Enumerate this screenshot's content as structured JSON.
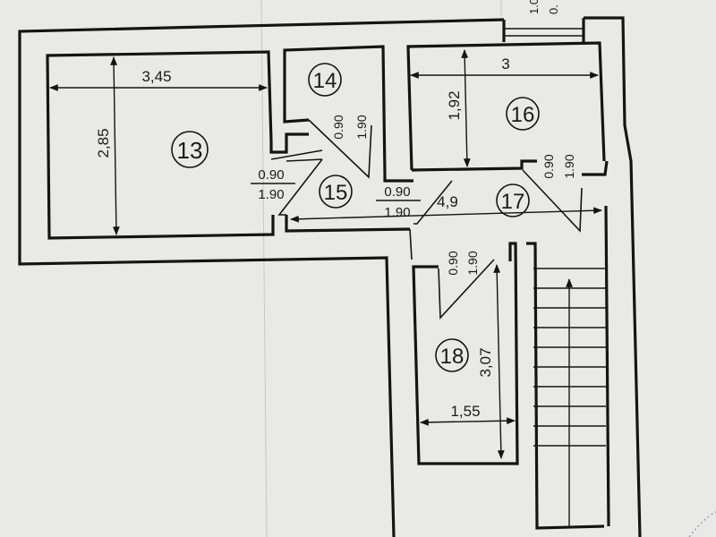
{
  "rooms": {
    "r13": "13",
    "r14": "14",
    "r15": "15",
    "r16": "16",
    "r17": "17",
    "r18": "18"
  },
  "dimensions": {
    "room13_width": "3,45",
    "room13_height": "2,85",
    "room16_width": "3",
    "room16_height": "1,92",
    "corridor17_length": "4,9",
    "room18_width": "1,55",
    "room18_height": "3,07"
  },
  "doors": {
    "door14_w": "0.90",
    "door14_h": "1.90",
    "door13_w": "0.90",
    "door13_h": "1.90",
    "door15_w": "0.90",
    "door15_h": "1.90",
    "door16_w": "0.90",
    "door16_h": "1.90",
    "door18_w": "0.90",
    "door18_h": "1.90",
    "door_top_w": "1.0",
    "door_top_h": "0."
  },
  "colors": {
    "paper": "#e9e9e6",
    "ink": "#141414"
  }
}
